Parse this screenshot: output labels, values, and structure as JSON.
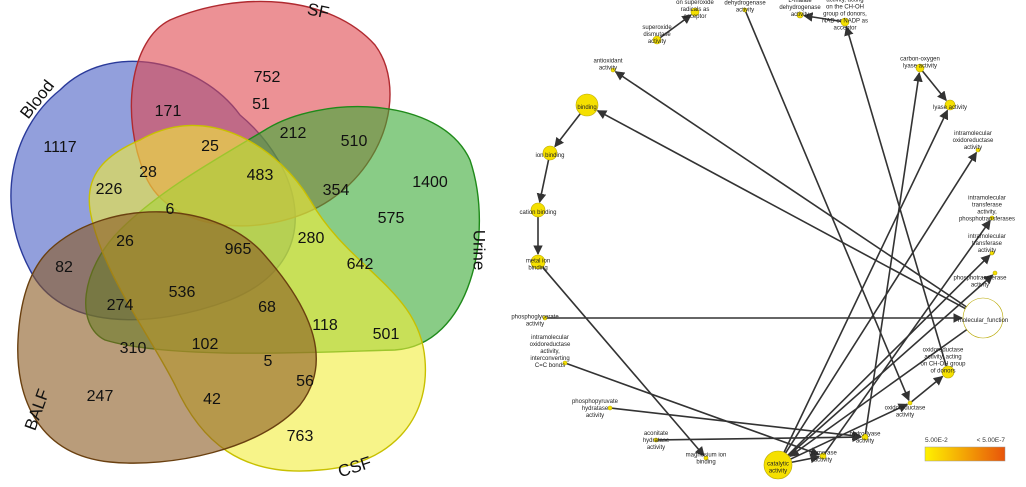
{
  "venn": {
    "sets": [
      {
        "name": "Blood",
        "color": "#4a5fc4",
        "stroke": "#2a3a9a"
      },
      {
        "name": "SF",
        "color": "#e0484f",
        "stroke": "#b02a30"
      },
      {
        "name": "Urine",
        "color": "#3aaa35",
        "stroke": "#1f8a1a"
      },
      {
        "name": "CSF",
        "color": "#f2ec3a",
        "stroke": "#c8c000"
      },
      {
        "name": "BALF",
        "color": "#8a5a22",
        "stroke": "#6a4010"
      }
    ],
    "counts": [
      "1117",
      "752",
      "1400",
      "763",
      "247",
      "171",
      "51",
      "212",
      "510",
      "25",
      "483",
      "354",
      "575",
      "28",
      "226",
      "6",
      "965",
      "280",
      "642",
      "26",
      "82",
      "536",
      "274",
      "68",
      "118",
      "501",
      "310",
      "102",
      "5",
      "56",
      "42"
    ]
  },
  "network": {
    "nodes": [
      {
        "id": "binding",
        "label": "binding",
        "size": 11,
        "color": "#f5e000"
      },
      {
        "id": "ion",
        "label": "ion binding",
        "size": 7,
        "color": "#f5e000"
      },
      {
        "id": "cation",
        "label": "cation binding",
        "size": 7,
        "color": "#f5e000"
      },
      {
        "id": "metal",
        "label": "metal ion binding",
        "size": 7,
        "color": "#f5e000"
      },
      {
        "id": "phosphoglycerate",
        "label": "phosphoglycerate activity",
        "size": 2,
        "color": "#f5e000"
      },
      {
        "id": "intramolecular_oxido",
        "label": "intramolecular oxidoreductase activity, interconverting C=C bonds",
        "size": 2,
        "color": "#f5e000"
      },
      {
        "id": "phosphopyruvate",
        "label": "phosphopyruvate hydratase activity",
        "size": 2,
        "color": "#f5e000"
      },
      {
        "id": "aconitate",
        "label": "aconitate hydratase activity",
        "size": 2,
        "color": "#f5e000"
      },
      {
        "id": "magnesium",
        "label": "magnesium ion binding",
        "size": 2,
        "color": "#f5e000"
      },
      {
        "id": "catalytic",
        "label": "catalytic activity",
        "size": 14,
        "color": "#f5e000"
      },
      {
        "id": "isomerase",
        "label": "isomerase activity",
        "size": 3,
        "color": "#f5e000"
      },
      {
        "id": "hydrolyase",
        "label": "hydro-lyase activity",
        "size": 3,
        "color": "#f5e000"
      },
      {
        "id": "oxidoreductase",
        "label": "oxidoreductase activity",
        "size": 2,
        "color": "#f5e000"
      },
      {
        "id": "oxido_choh",
        "label": "oxidoreductase activity, acting on CH-OH group of donors",
        "size": 6,
        "color": "#f5e000"
      },
      {
        "id": "molecular_function",
        "label": "molecular_function",
        "size": 20,
        "color": "#ffffff"
      },
      {
        "id": "phosphotransferase",
        "label": "phosphotransferase activity",
        "size": 2,
        "color": "#f5e000"
      },
      {
        "id": "intramolecular_trans",
        "label": "intramolecular transferase activity",
        "size": 2,
        "color": "#f5e000"
      },
      {
        "id": "intramolecular_phospho",
        "label": "intramolecular transferase activity, phosphotransferases",
        "size": 2,
        "color": "#f5e000"
      },
      {
        "id": "intramolecular_oxido2",
        "label": "intramolecular oxidoreductase activity",
        "size": 2,
        "color": "#f5e000"
      },
      {
        "id": "lyase",
        "label": "lyase activity",
        "size": 5,
        "color": "#f5e000"
      },
      {
        "id": "carbon_oxygen",
        "label": "carbon-oxygen lyase activity",
        "size": 4,
        "color": "#f5e000"
      },
      {
        "id": "oxido_nad",
        "label": "oxidoreductase activity, acting on the CH-OH group of donors, NAD or NADP as acceptor",
        "size": 4,
        "color": "#f5e000"
      },
      {
        "id": "l_malate",
        "label": "L-malate dehydrogenase activity",
        "size": 3,
        "color": "#f5e000"
      },
      {
        "id": "dehydrogenase",
        "label": "dehydrogenase activity",
        "size": 2,
        "color": "#f5e000"
      },
      {
        "id": "oxido_superoxide",
        "label": "oxidoreductase activity, acting on superoxide radicals as acceptor",
        "size": 4,
        "color": "#f5e000"
      },
      {
        "id": "superoxide_dismutase",
        "label": "superoxide dismutase activity",
        "size": 4,
        "color": "#f5e000"
      },
      {
        "id": "antioxidant",
        "label": "antioxidant activity",
        "size": 2,
        "color": "#f5e000"
      }
    ],
    "edges": [
      [
        "binding",
        "ion"
      ],
      [
        "ion",
        "cation"
      ],
      [
        "cation",
        "metal"
      ],
      [
        "molecular_function",
        "binding"
      ],
      [
        "molecular_function",
        "catalytic"
      ],
      [
        "molecular_function",
        "antioxidant"
      ],
      [
        "phosphoglycerate",
        "molecular_function"
      ],
      [
        "intramolecular_oxido",
        "isomerase"
      ],
      [
        "metal",
        "magnesium"
      ],
      [
        "phosphopyruvate",
        "hydrolyase"
      ],
      [
        "aconitate",
        "hydrolyase"
      ],
      [
        "catalytic",
        "isomerase"
      ],
      [
        "catalytic",
        "lyase"
      ],
      [
        "catalytic",
        "oxidoreductase"
      ],
      [
        "catalytic",
        "intramolecular_oxido2"
      ],
      [
        "catalytic",
        "intramolecular_trans"
      ],
      [
        "hydrolyase",
        "carbon_oxygen"
      ],
      [
        "oxido_choh",
        "oxido_nad"
      ],
      [
        "oxido_nad",
        "l_malate"
      ],
      [
        "dehydrogenase",
        "oxidoreductase"
      ],
      [
        "superoxide_dismutase",
        "oxido_superoxide"
      ],
      [
        "catalytic",
        "phosphotransferase"
      ],
      [
        "oxidoreductase",
        "oxido_choh"
      ],
      [
        "isomerase",
        "intramolecular_phospho"
      ],
      [
        "carbon_oxygen",
        "lyase"
      ]
    ],
    "legend": {
      "low_label": "5.00E-2",
      "high_label": "< 5.00E-7",
      "low_color": "#fff200",
      "high_color": "#e8540a"
    }
  }
}
